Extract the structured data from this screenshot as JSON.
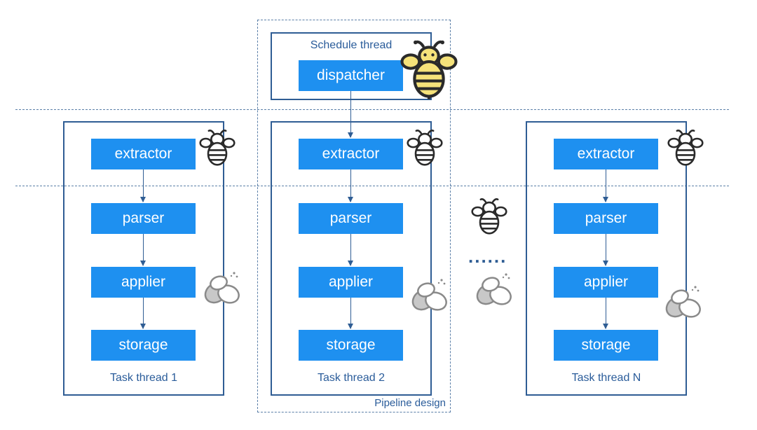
{
  "schedule": {
    "title": "Schedule thread",
    "dispatcher_label": "dispatcher"
  },
  "pipeline": {
    "label": "Pipeline design"
  },
  "threads": [
    {
      "label": "Task thread 1",
      "stages": [
        "extractor",
        "parser",
        "applier",
        "storage"
      ]
    },
    {
      "label": "Task thread 2",
      "stages": [
        "extractor",
        "parser",
        "applier",
        "storage"
      ]
    },
    {
      "label": "Task thread N",
      "stages": [
        "extractor",
        "parser",
        "applier",
        "storage"
      ]
    }
  ],
  "ellipsis": "......",
  "colors": {
    "stage_fill": "#1e90f0",
    "border": "#2f5d94",
    "label_text": "#2a5c9a",
    "bee_yellow": "#f5e27a",
    "bee_gray": "#c8c8c8"
  },
  "icons": {
    "awake_bee": "bee-icon",
    "sleeping_bee": "sleeping-bee-icon"
  }
}
